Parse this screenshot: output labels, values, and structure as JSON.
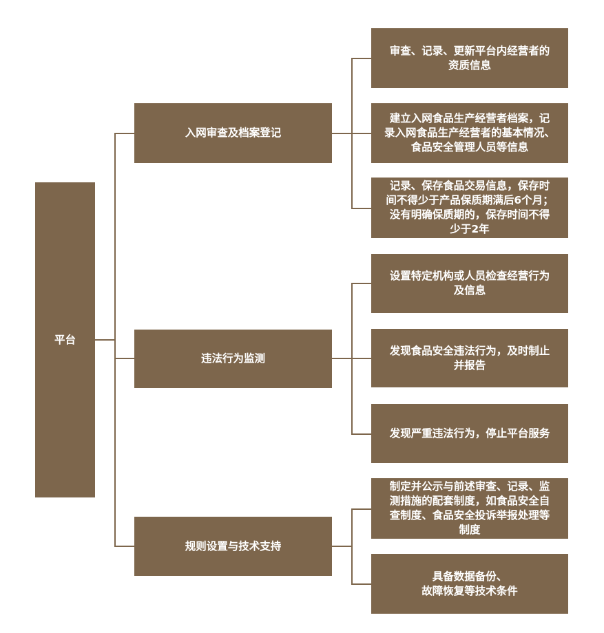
{
  "root": {
    "label": "平台"
  },
  "branches": [
    {
      "label": "入网审查及档案登记",
      "children": [
        "审查、记录、更新平台内经营者的\n资质信息",
        "建立入网食品生产经营者档案，记\n录入网食品生产经营者的基本情况、\n食品安全管理人员等信息",
        "记录、保存食品交易信息，保存时\n间不得少于产品保质期满后6个月；\n没有明确保质期的，保存时间不得\n少于2年"
      ]
    },
    {
      "label": "违法行为监测",
      "children": [
        "设置特定机构或人员检查经营行为\n及信息",
        "发现食品安全违法行为，及时制止\n并报告",
        "发现严重违法行为，停止平台服务"
      ]
    },
    {
      "label": "规则设置与技术支持",
      "children": [
        "制定并公示与前述审查、记录、监\n测措施的配套制度，如食品安全自\n查制度、食品安全投诉举报处理等\n制度",
        "具备数据备份、\n故障恢复等技术条件"
      ]
    }
  ],
  "colors": {
    "box": "#7d664c",
    "line": "#7d664c",
    "text": "#ffffff"
  }
}
